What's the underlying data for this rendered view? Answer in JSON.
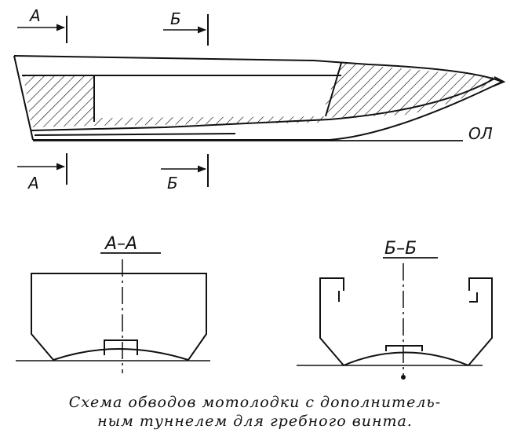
{
  "labels": {
    "section_a_top": "А",
    "section_b_top": "Б",
    "section_a_bottom": "А",
    "section_b_bottom": "Б",
    "baseline": "ОЛ",
    "view_aa": "А–А",
    "view_bb": "Б–Б"
  },
  "caption": {
    "line1": "Схема обводов мотолодки с дополнитель-",
    "line2": "ным туннелем для гребного винта."
  }
}
